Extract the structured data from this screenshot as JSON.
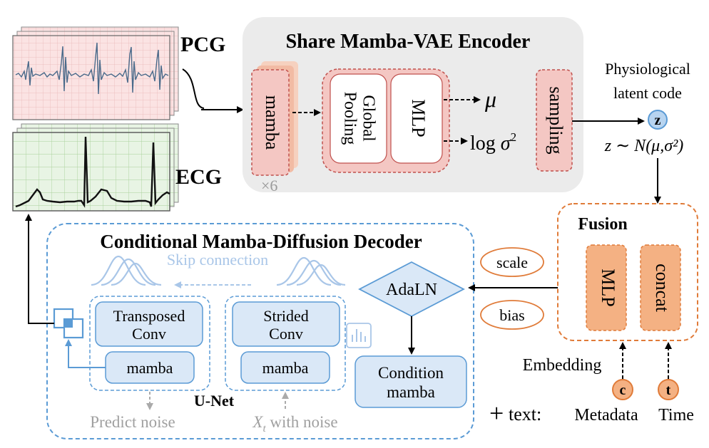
{
  "signals": {
    "pcg_label": "PCG",
    "ecg_label": "ECG"
  },
  "encoder": {
    "title": "Share Mamba-VAE Encoder",
    "mamba_label": "mamba",
    "repeat_label": "×6",
    "pooling_line1": "Global",
    "pooling_line2": "Pooling",
    "mlp_label": "MLP",
    "mu_label": "μ",
    "logsigma_prefix": "log ",
    "logsigma_sym": "σ",
    "logsigma_sup": "2",
    "sampling_label": "sampling"
  },
  "latent": {
    "line1": "Physiological",
    "line2": "latent code",
    "z_symbol": "z",
    "distribution": "z ∼ N(μ,σ²)"
  },
  "fusion": {
    "title": "Fusion",
    "mlp_label": "MLP",
    "concat_label": "concat",
    "embedding_label": "Embedding",
    "c_symbol": "c",
    "t_symbol": "t",
    "metadata_label": "Metadata",
    "time_label": "Time",
    "text_prefix": "+",
    "text_label": "text:"
  },
  "decoder": {
    "title": "Conditional Mamba-Diffusion Decoder",
    "skip_label": "Skip connection",
    "adaln_label": "AdaLN",
    "scale_label": "scale",
    "bias_label": "bias",
    "transposed_line1": "Transposed",
    "transposed_line2": "Conv",
    "mamba_left": "mamba",
    "strided_line1": "Strided",
    "strided_line2": "Conv",
    "mamba_right": "mamba",
    "condition_line1": "Condition",
    "condition_line2": "mamba",
    "unet_label": "U-Net",
    "predict_noise": "Predict noise",
    "xt_symbol": "X",
    "xt_sub": "t",
    "xt_suffix": " with noise"
  },
  "colors": {
    "red_fill": "#f4c7c3",
    "red_stroke": "#c0504d",
    "gray_panel": "#ebebeb",
    "orange_fill": "#f4b183",
    "orange_stroke": "#e07b39",
    "blue_fill": "#dae8f7",
    "blue_stroke": "#5b9bd5"
  }
}
